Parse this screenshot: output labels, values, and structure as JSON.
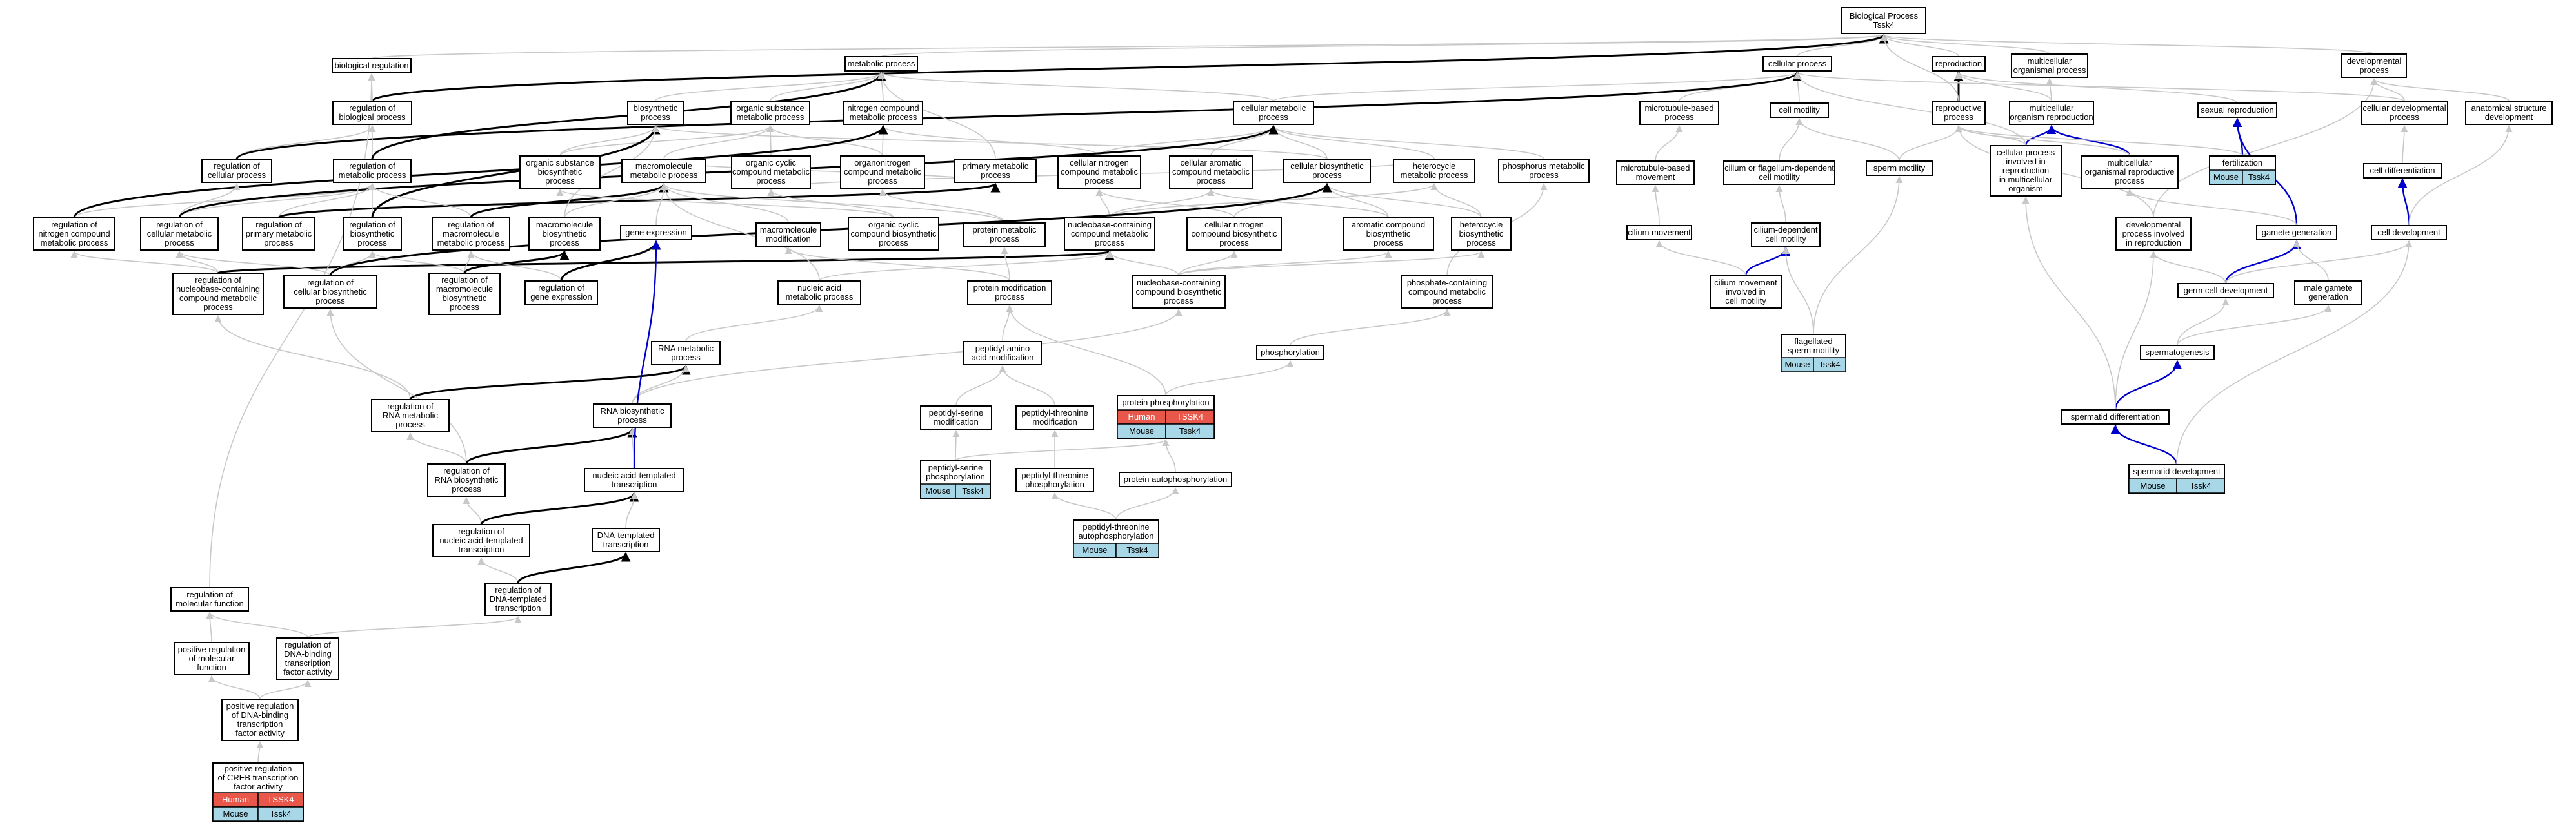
{
  "colors": {
    "human": "#e8574a",
    "mouse": "#a8d8e8",
    "edge_gray": "#c8c8c8",
    "edge_black": "#000000",
    "edge_blue": "#0000cc"
  },
  "nodes": {
    "bp": {
      "lines": [
        "Biological Process",
        "Tssk4"
      ]
    },
    "biological_regulation": {
      "lines": [
        "biological regulation"
      ]
    },
    "metabolic_process": {
      "lines": [
        "metabolic process"
      ]
    },
    "cellular_process": {
      "lines": [
        "cellular process"
      ]
    },
    "reproduction": {
      "lines": [
        "reproduction"
      ]
    },
    "multicellular_organismal_process": {
      "lines": [
        "multicellular",
        "organismal process"
      ]
    },
    "developmental_process": {
      "lines": [
        "developmental",
        "process"
      ]
    },
    "regulation_of_biological_process": {
      "lines": [
        "regulation of",
        "biological process"
      ]
    },
    "biosynthetic_process": {
      "lines": [
        "biosynthetic",
        "process"
      ]
    },
    "organic_substance_metabolic_process": {
      "lines": [
        "organic substance",
        "metabolic process"
      ]
    },
    "nitrogen_compound_metabolic_process": {
      "lines": [
        "nitrogen compound",
        "metabolic process"
      ]
    },
    "cellular_metabolic_process": {
      "lines": [
        "cellular metabolic",
        "process"
      ]
    },
    "microtubule_based_process": {
      "lines": [
        "microtubule-based",
        "process"
      ]
    },
    "cell_motility": {
      "lines": [
        "cell motility"
      ]
    },
    "reproductive_process": {
      "lines": [
        "reproductive",
        "process"
      ]
    },
    "multicellular_organism_reproduction": {
      "lines": [
        "multicellular",
        "organism reproduction"
      ]
    },
    "sexual_reproduction": {
      "lines": [
        "sexual reproduction"
      ]
    },
    "cellular_developmental_process": {
      "lines": [
        "cellular developmental",
        "process"
      ]
    },
    "anatomical_structure_development": {
      "lines": [
        "anatomical structure",
        "development"
      ]
    },
    "regulation_of_cellular_process": {
      "lines": [
        "regulation of",
        "cellular process"
      ]
    },
    "regulation_of_metabolic_process": {
      "lines": [
        "regulation of",
        "metabolic process"
      ]
    },
    "organic_substance_biosynthetic_process": {
      "lines": [
        "organic substance",
        "biosynthetic",
        "process"
      ]
    },
    "macromolecule_metabolic_process": {
      "lines": [
        "macromolecule",
        "metabolic process"
      ]
    },
    "organic_cyclic_compound_metabolic_process": {
      "lines": [
        "organic cyclic",
        "compound metabolic",
        "process"
      ]
    },
    "organonitrogen_compound_metabolic_process": {
      "lines": [
        "organonitrogen",
        "compound metabolic",
        "process"
      ]
    },
    "primary_metabolic_process": {
      "lines": [
        "primary metabolic",
        "process"
      ]
    },
    "cellular_nitrogen_compound_metabolic_process": {
      "lines": [
        "cellular nitrogen",
        "compound metabolic",
        "process"
      ]
    },
    "cellular_aromatic_compound_metabolic_process": {
      "lines": [
        "cellular aromatic",
        "compound metabolic",
        "process"
      ]
    },
    "cellular_biosynthetic_process": {
      "lines": [
        "cellular biosynthetic",
        "process"
      ]
    },
    "heterocycle_metabolic_process": {
      "lines": [
        "heterocycle",
        "metabolic process"
      ]
    },
    "phosphorus_metabolic_process": {
      "lines": [
        "phosphorus metabolic",
        "process"
      ]
    },
    "microtubule_based_movement": {
      "lines": [
        "microtubule-based",
        "movement"
      ]
    },
    "cilium_or_flagellum_dependent_cell_motility": {
      "lines": [
        "cilium or flagellum-dependent",
        "cell motility"
      ]
    },
    "sperm_motility": {
      "lines": [
        "sperm motility"
      ]
    },
    "cellular_process_involved_in_reproduction": {
      "lines": [
        "cellular process",
        "involved in",
        "reproduction",
        "in multicellular",
        "organism"
      ]
    },
    "multicellular_organismal_reproductive_process": {
      "lines": [
        "multicellular",
        "organismal reproductive",
        "process"
      ]
    },
    "fertilization": {
      "lines": [
        "fertilization"
      ],
      "table": [
        [
          "Mouse",
          "Tssk4"
        ]
      ]
    },
    "cell_differentiation": {
      "lines": [
        "cell differentiation"
      ]
    },
    "regulation_of_nitrogen_compound_metabolic_process": {
      "lines": [
        "regulation of",
        "nitrogen compound",
        "metabolic process"
      ]
    },
    "regulation_of_cellular_metabolic_process": {
      "lines": [
        "regulation of",
        "cellular metabolic",
        "process"
      ]
    },
    "regulation_of_primary_metabolic_process": {
      "lines": [
        "regulation of",
        "primary metabolic",
        "process"
      ]
    },
    "regulation_of_biosynthetic_process": {
      "lines": [
        "regulation of",
        "biosynthetic",
        "process"
      ]
    },
    "regulation_of_macromolecule_metabolic_process": {
      "lines": [
        "regulation of",
        "macromolecule",
        "metabolic process"
      ]
    },
    "macromolecule_biosynthetic_process": {
      "lines": [
        "macromolecule",
        "biosynthetic",
        "process"
      ]
    },
    "gene_expression": {
      "lines": [
        "gene expression"
      ]
    },
    "macromolecule_modification": {
      "lines": [
        "macromolecule",
        "modification"
      ]
    },
    "organic_cyclic_compound_biosynthetic_process": {
      "lines": [
        "organic cyclic",
        "compound biosynthetic",
        "process"
      ]
    },
    "protein_metabolic_process": {
      "lines": [
        "protein metabolic",
        "process"
      ]
    },
    "nucleobase_containing_compound_metabolic_process": {
      "lines": [
        "nucleobase-containing",
        "compound metabolic",
        "process"
      ]
    },
    "cellular_nitrogen_compound_biosynthetic_process": {
      "lines": [
        "cellular nitrogen",
        "compound biosynthetic",
        "process"
      ]
    },
    "aromatic_compound_biosynthetic_process": {
      "lines": [
        "aromatic compound",
        "biosynthetic",
        "process"
      ]
    },
    "heterocycle_biosynthetic_process": {
      "lines": [
        "heterocycle",
        "biosynthetic",
        "process"
      ]
    },
    "cilium_movement": {
      "lines": [
        "cilium movement"
      ]
    },
    "cilium_dependent_cell_motility": {
      "lines": [
        "cilium-dependent",
        "cell motility"
      ]
    },
    "developmental_process_involved_in_reproduction": {
      "lines": [
        "developmental",
        "process involved",
        "in reproduction"
      ]
    },
    "gamete_generation": {
      "lines": [
        "gamete generation"
      ]
    },
    "cell_development": {
      "lines": [
        "cell development"
      ]
    },
    "regulation_of_nucleobase_containing_compound_metabolic_process": {
      "lines": [
        "regulation of",
        "nucleobase-containing",
        "compound metabolic",
        "process"
      ]
    },
    "regulation_of_cellular_biosynthetic_process": {
      "lines": [
        "regulation of",
        "cellular biosynthetic",
        "process"
      ]
    },
    "regulation_of_macromolecule_biosynthetic_process": {
      "lines": [
        "regulation of",
        "macromolecule",
        "biosynthetic",
        "process"
      ]
    },
    "regulation_of_gene_expression": {
      "lines": [
        "regulation of",
        "gene expression"
      ]
    },
    "nucleic_acid_metabolic_process": {
      "lines": [
        "nucleic acid",
        "metabolic process"
      ]
    },
    "protein_modification_process": {
      "lines": [
        "protein modification",
        "process"
      ]
    },
    "nucleobase_containing_compound_biosynthetic_process": {
      "lines": [
        "nucleobase-containing",
        "compound biosynthetic",
        "process"
      ]
    },
    "phosphate_containing_compound_metabolic_process": {
      "lines": [
        "phosphate-containing",
        "compound metabolic",
        "process"
      ]
    },
    "cell_movement_involved_in_cell_motility": {
      "lines": [
        "cilium movement",
        "involved in",
        "cell motility"
      ]
    },
    "germ_cell_development": {
      "lines": [
        "germ cell development"
      ]
    },
    "male_gamete_generation": {
      "lines": [
        "male gamete",
        "generation"
      ]
    },
    "flagellated_sperm_motility": {
      "lines": [
        "flagellated",
        "sperm motility"
      ],
      "table": [
        [
          "Mouse",
          "Tssk4"
        ]
      ]
    },
    "rna_metabolic_process": {
      "lines": [
        "RNA metabolic",
        "process"
      ]
    },
    "peptidyl_amino_acid_modification": {
      "lines": [
        "peptidyl-amino",
        "acid modification"
      ]
    },
    "phosphorylation": {
      "lines": [
        "phosphorylation"
      ]
    },
    "spermatogenesis": {
      "lines": [
        "spermatogenesis"
      ]
    },
    "regulation_of_rna_metabolic_process": {
      "lines": [
        "regulation of",
        "RNA metabolic",
        "process"
      ]
    },
    "peptidyl_serine_modification": {
      "lines": [
        "peptidyl-serine",
        "modification"
      ]
    },
    "peptidyl_threonine_modification": {
      "lines": [
        "peptidyl-threonine",
        "modification"
      ]
    },
    "protein_phosphorylation": {
      "lines": [
        "protein phosphorylation"
      ],
      "table": [
        [
          "Human",
          "TSSK4"
        ],
        [
          "Mouse",
          "Tssk4"
        ]
      ]
    },
    "rna_biosynthetic_process": {
      "lines": [
        "RNA biosynthetic",
        "process"
      ]
    },
    "spermatid_differentiation": {
      "lines": [
        "spermatid differentiation"
      ]
    },
    "regulation_of_rna_biosynthetic_process": {
      "lines": [
        "regulation of",
        "RNA biosynthetic",
        "process"
      ]
    },
    "nucleic_acid_templated_transcription": {
      "lines": [
        "nucleic acid-templated",
        "transcription"
      ]
    },
    "peptidyl_serine_phosphorylation": {
      "lines": [
        "peptidyl-serine",
        "phosphorylation"
      ],
      "table": [
        [
          "Mouse",
          "Tssk4"
        ]
      ]
    },
    "peptidyl_threonine_phosphorylation": {
      "lines": [
        "peptidyl-threonine",
        "phosphorylation"
      ]
    },
    "protein_autophosphorylation": {
      "lines": [
        "protein autophosphorylation"
      ]
    },
    "spermatid_development": {
      "lines": [
        "spermatid development"
      ],
      "table": [
        [
          "Mouse",
          "Tssk4"
        ]
      ]
    },
    "regulation_of_nucleic_acid_templated_transcription": {
      "lines": [
        "regulation of",
        "nucleic acid-templated",
        "transcription"
      ]
    },
    "dna_templated_transcription": {
      "lines": [
        "DNA-templated",
        "transcription"
      ]
    },
    "peptidyl_threonine_autophosphorylation": {
      "lines": [
        "peptidyl-threonine",
        "autophosphorylation"
      ],
      "table": [
        [
          "Mouse",
          "Tssk4"
        ]
      ]
    },
    "regulation_of_dna_templated_transcription": {
      "lines": [
        "regulation of",
        "DNA-templated",
        "transcription"
      ]
    },
    "regulation_of_molecular_function": {
      "lines": [
        "regulation of",
        "molecular function"
      ]
    },
    "positive_regulation_of_molecular_function": {
      "lines": [
        "positive regulation",
        "of molecular",
        "function"
      ]
    },
    "regulation_of_dna_binding_transcription_factor_activity": {
      "lines": [
        "regulation of",
        "DNA-binding",
        "transcription",
        "factor activity"
      ]
    },
    "positive_regulation_of_dna_binding_transcription_factor_activity": {
      "lines": [
        "positive regulation",
        "of DNA-binding",
        "transcription",
        "factor activity"
      ]
    },
    "positive_regulation_of_creb_transcription_factor_activity": {
      "lines": [
        "positive regulation",
        "of CREB transcription",
        "factor activity"
      ],
      "table": [
        [
          "Human",
          "TSSK4"
        ],
        [
          "Mouse",
          "Tssk4"
        ]
      ]
    }
  }
}
